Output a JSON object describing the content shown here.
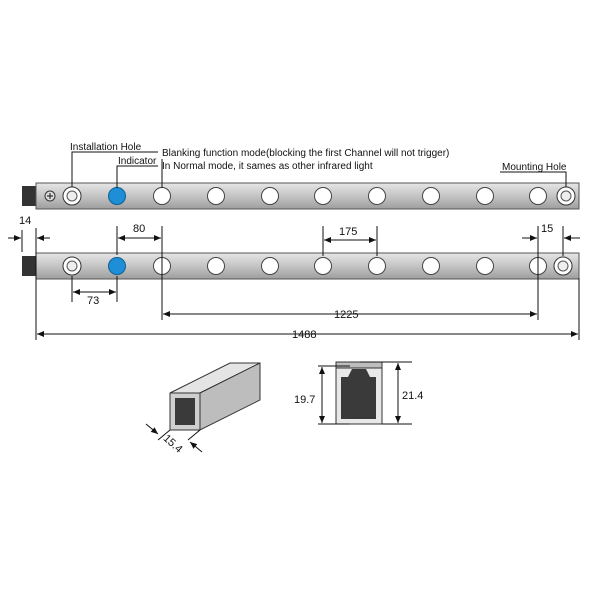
{
  "annotations": {
    "installation_hole": "Installation Hole",
    "indicator": "Indicator",
    "blanking_mode": "Blanking function mode(blocking the first Channel will not trigger)",
    "normal_mode": "In Normal mode, it sames as other infrared light",
    "mounting_hole": "Mounting Hole"
  },
  "dimensions": {
    "end_offset": "14",
    "first_led_offset": "80",
    "led_pitch": "175",
    "end_cap": "15",
    "indicator_distance": "73",
    "led_span": "1225",
    "overall_length": "1488",
    "profile_width": "15.4",
    "profile_inner_height": "19.7",
    "profile_outer_height": "21.4"
  },
  "colors": {
    "bar_fill": "#c8c8c8",
    "indicator": "#1e8fd6",
    "line": "#111111"
  }
}
